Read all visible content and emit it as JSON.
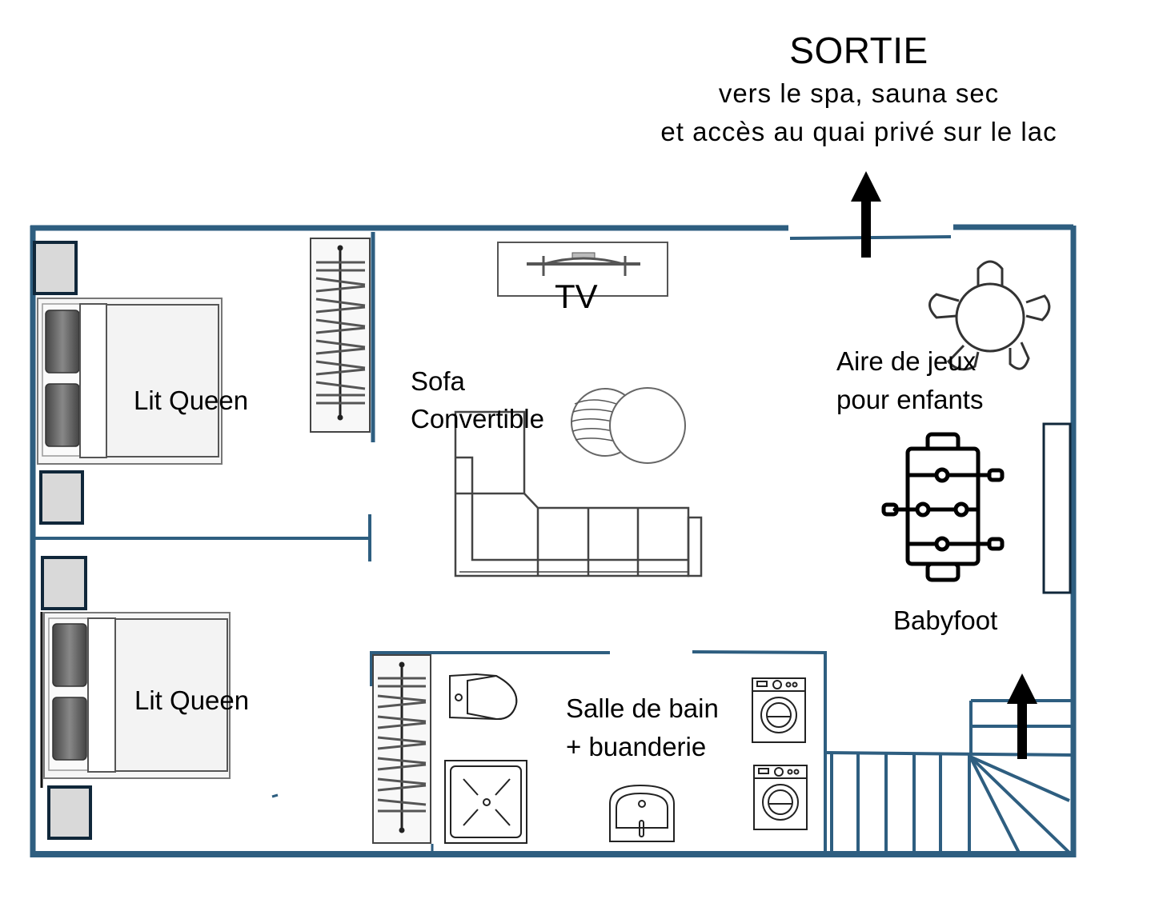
{
  "exit": {
    "title": "SORTIE",
    "line1": "vers le spa, sauna sec",
    "line2": "et accès au quai privé sur le lac"
  },
  "rooms": {
    "bedroom_top": {
      "label": "Lit Queen"
    },
    "bedroom_bottom": {
      "label": "Lit Queen"
    },
    "living": {
      "tv_label": "TV",
      "sofa_line1": "Sofa",
      "sofa_line2": "Convertible"
    },
    "play_area": {
      "line1": "Aire de jeux",
      "line2": "pour enfants",
      "babyfoot_label": "Babyfoot"
    },
    "bathroom": {
      "line1": "Salle de bain",
      "line2": "+ buanderie"
    }
  },
  "icons": {
    "exit_arrow": "arrow-up-icon",
    "stairs_arrow": "arrow-up-icon",
    "bed": "bed-icon",
    "nightstand": "nightstand-icon",
    "wardrobe": "wardrobe-icon",
    "tv": "tv-icon",
    "sofa": "sectional-sofa-icon",
    "coffee_table": "coffee-table-icon",
    "round_table": "round-table-chairs-icon",
    "foosball": "foosball-table-icon",
    "toilet": "toilet-icon",
    "shower": "shower-icon",
    "sink": "sink-icon",
    "washer": "washing-machine-icon",
    "stairs": "staircase-icon"
  },
  "colors": {
    "wall": "#2e5e80",
    "nightstand_fill": "#d9d9d9",
    "nightstand_border": "#10273a",
    "furniture_line": "#333333"
  }
}
